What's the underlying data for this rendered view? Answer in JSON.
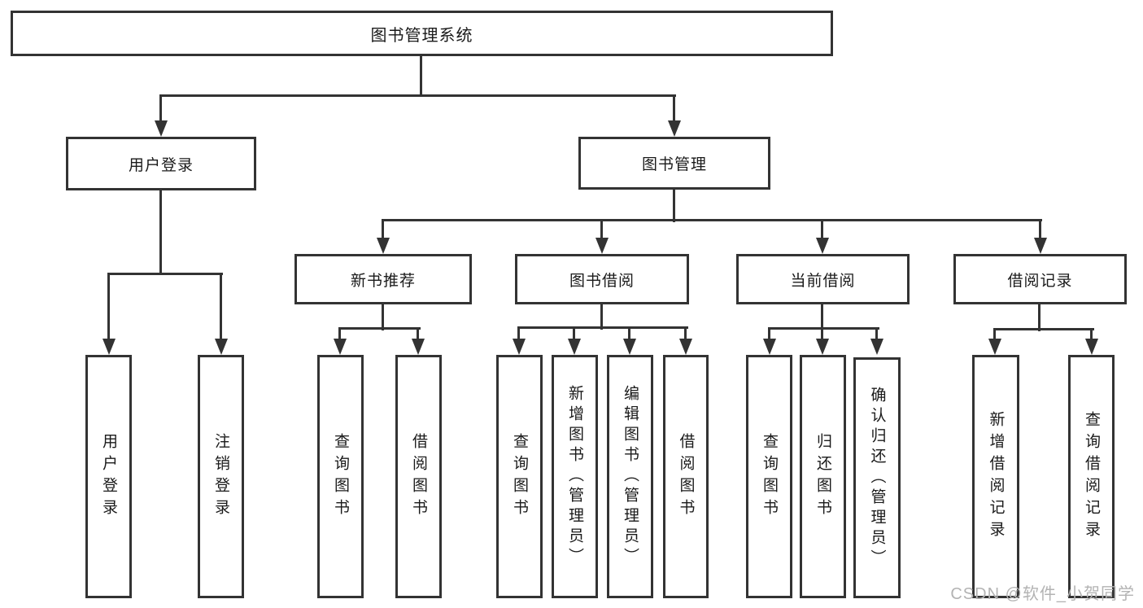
{
  "diagram": {
    "root": "图书管理系统",
    "level2": {
      "userLogin": "用户登录",
      "bookMgmt": "图书管理"
    },
    "level3": {
      "newBook": "新书推荐",
      "bookBorrow": "图书借阅",
      "currentBorrow": "当前借阅",
      "borrowRecord": "借阅记录"
    },
    "leaves": {
      "userLogin": "用户登录",
      "logout": "注销登录",
      "nbQuery": "查询图书",
      "nbBorrow": "借阅图书",
      "bbQuery": "查询图书",
      "bbAdd": "新增图书（管理员）",
      "bbEdit": "编辑图书（管理员）",
      "bbBorrow": "借阅图书",
      "cbQuery": "查询图书",
      "cbReturn": "归还图书",
      "cbConfirm": "确认归还（管理员）",
      "brAdd": "新增借阅记录",
      "brQuery": "查询借阅记录"
    }
  },
  "watermark": "CSDN @软件_小贺同学",
  "colors": {
    "line": "#333333",
    "text": "#1a1a1a",
    "watermark": "#b3b3b3",
    "background": "#ffffff"
  }
}
